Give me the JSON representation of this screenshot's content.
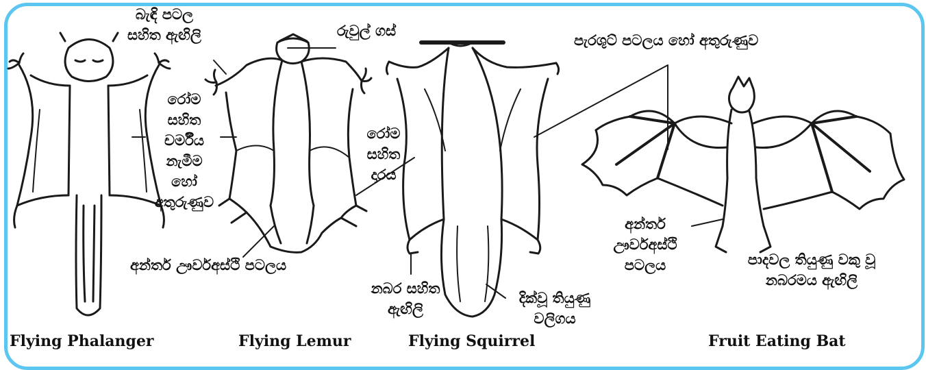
{
  "colors": {
    "frame": "#5bc6f0",
    "ink": "#1a1a1a",
    "paper": "#ffffff",
    "shade": "#d9d9d9"
  },
  "labels": {
    "webbed_fingers": [
      "බැඳි පටල",
      "සහිත ඇඟිලි"
    ],
    "tree_branch": "රුවුල් ගස්",
    "patagium": "පැරශුට් පටලය හෝ අතුරුණුව",
    "furred_skin_fold": [
      "රෝම",
      "සහිත",
      "චර්මීය",
      "නැමීම",
      "හෝ",
      "අතුරුණුව"
    ],
    "furred_edge": [
      "රෝම",
      "සහිත",
      "දාරය"
    ],
    "interfemoral_lemur": "අන්තර් ඌර්වඅස්ථි පටලය",
    "clawed_digits": [
      "නබර සහිත",
      "ඇඟිලි"
    ],
    "long_tail": [
      "දික්වූ තියුණු",
      "වලිගය"
    ],
    "interfemoral_bat": [
      "අන්තර්",
      "ඌර්වඅස්ථි",
      "පටලය"
    ],
    "hooked_claws": [
      "පාදවල තියුණු වකු වූ",
      "නබරමය ඇඟිලි"
    ]
  },
  "captions": {
    "phalanger": "Flying Phalanger",
    "lemur": "Flying Lemur",
    "squirrel": "Flying Squirrel",
    "bat": "Fruit Eating Bat"
  }
}
